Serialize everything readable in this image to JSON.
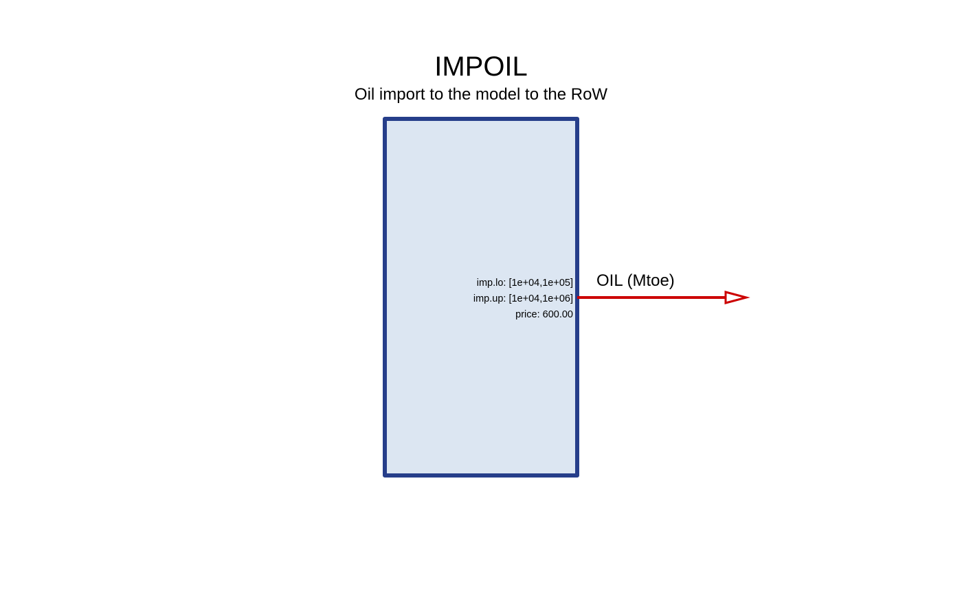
{
  "process": {
    "name": "IMPOIL",
    "description": "Oil import to the model to the RoW",
    "parameters": [
      "imp.lo: [1e+04,1e+05]",
      "imp.up: [1e+04,1e+06]",
      "price: 600.00"
    ]
  },
  "output_flow": {
    "label": "OIL (Mtoe)"
  },
  "colors": {
    "box_fill": "#dce6f2",
    "box_stroke": "#263e8a",
    "arrow": "#cc0000",
    "text": "#000000"
  }
}
